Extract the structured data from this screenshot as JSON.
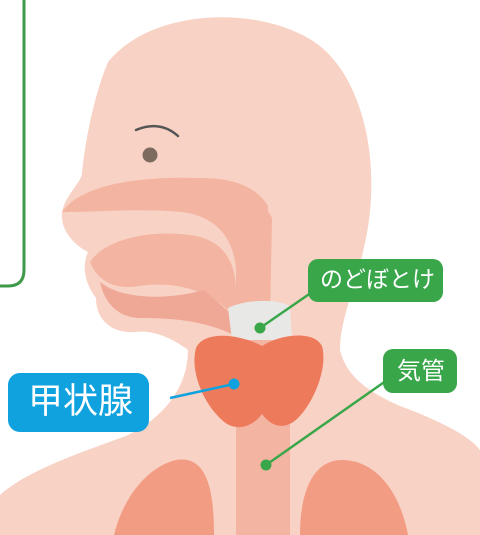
{
  "labels": {
    "adams_apple": "のどぼとけ",
    "trachea": "気管",
    "thyroid": "甲状腺"
  },
  "colors": {
    "skin": "#f8d2c4",
    "tissue": "#f4b4a2",
    "organ": "#f29c84",
    "thyroid": "#ee7a5c",
    "cartilage": "#e8e8e6",
    "green_tag": "#3aa64a",
    "blue_tag": "#10a2de",
    "frame_line": "#3e9a48"
  }
}
